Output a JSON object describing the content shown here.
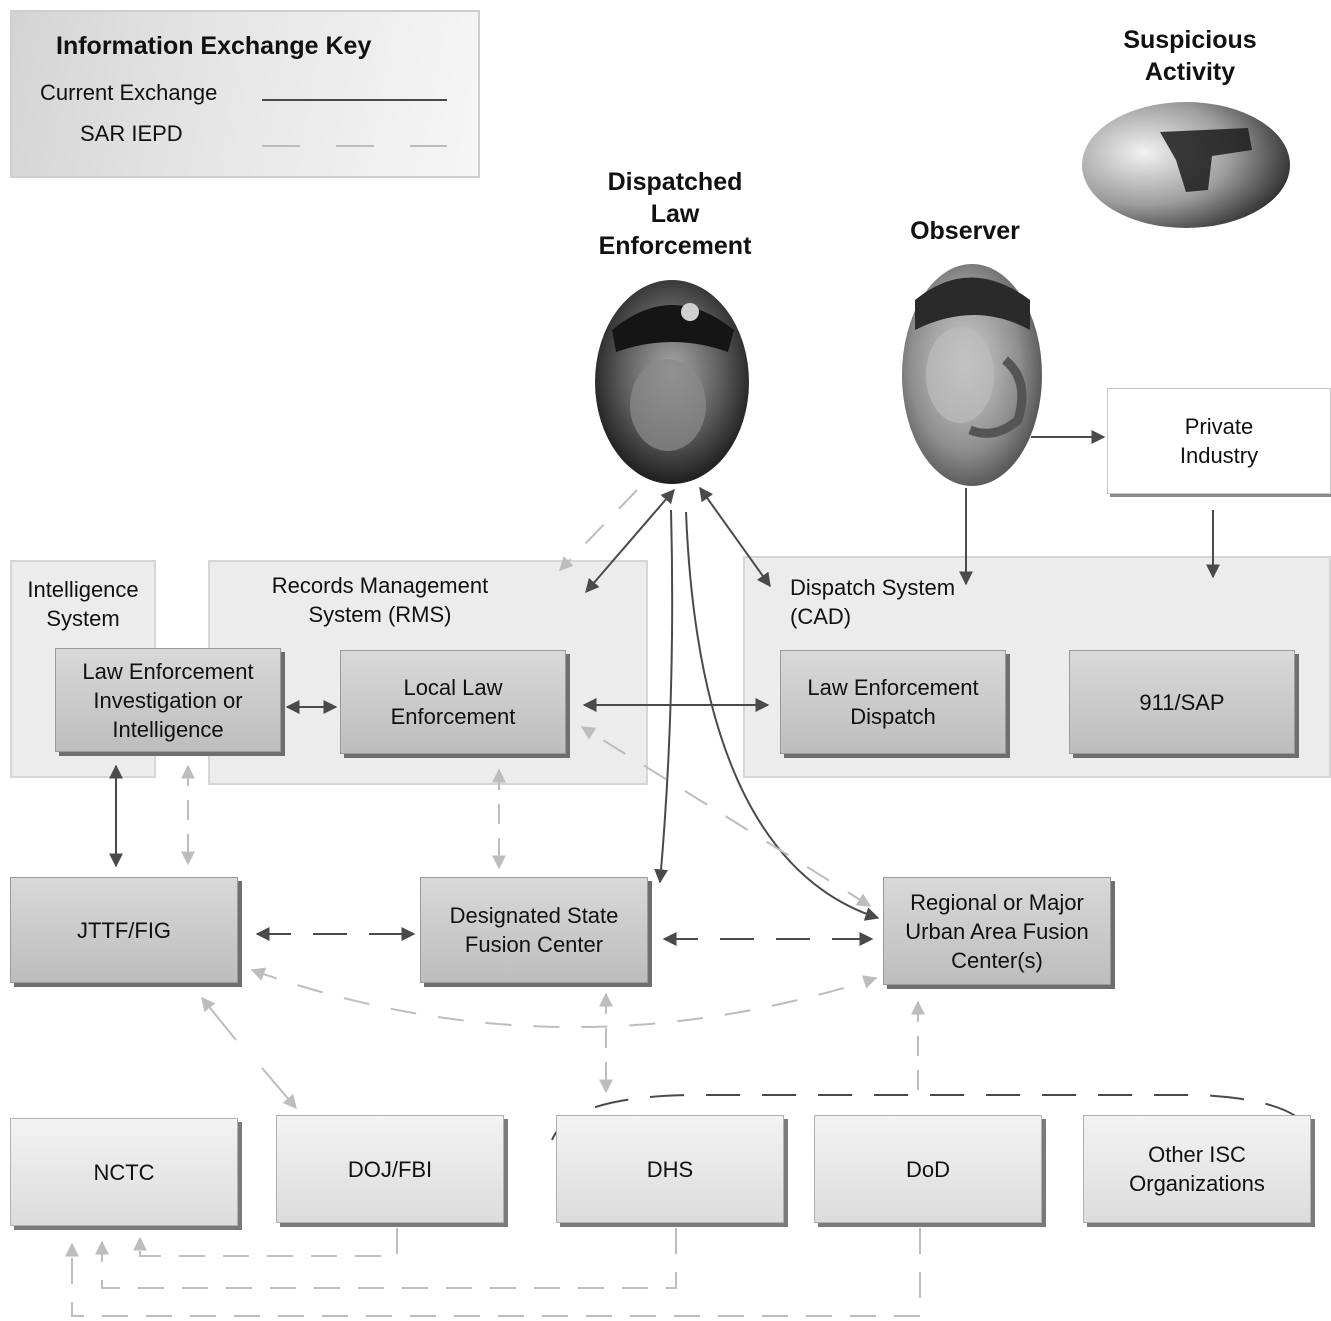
{
  "key": {
    "title": "Information Exchange Key",
    "current_exchange": "Current Exchange",
    "sar_iepd": "SAR IEPD"
  },
  "actors": {
    "suspicious_activity": "Suspicious Activity",
    "dispatched_law_enforcement": "Dispatched Law Enforcement",
    "observer": "Observer"
  },
  "regions": {
    "intelligence_system": "Intelligence System",
    "rms": "Records Management System (RMS)",
    "cad": "Dispatch System (CAD)"
  },
  "boxes": {
    "private_industry": "Private Industry",
    "le_investigation": "Law Enforcement Investigation or Intelligence",
    "local_le": "Local Law Enforcement",
    "le_dispatch": "Law Enforcement Dispatch",
    "sap_911": "911/SAP",
    "jttf_fig": "JTTF/FIG",
    "state_fusion": "Designated State Fusion Center",
    "regional_fusion": "Regional or Major Urban Area Fusion Center(s)",
    "nctc": "NCTC",
    "doj_fbi": "DOJ/FBI",
    "dhs": "DHS",
    "dod": "DoD",
    "other_isc": "Other ISC Organizations"
  },
  "colors": {
    "current_exchange": "#4a4a4a",
    "sar_iepd": "#bdbdbd"
  }
}
